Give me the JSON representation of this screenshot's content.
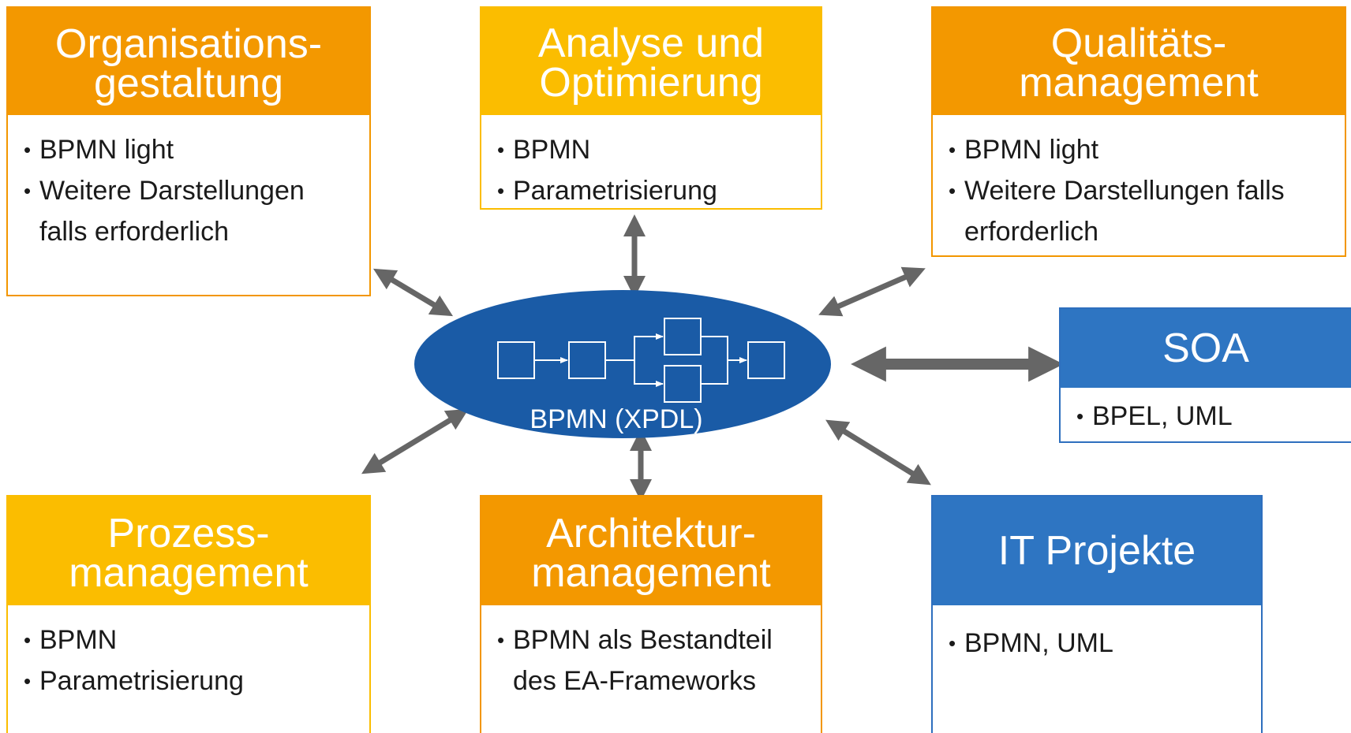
{
  "center": {
    "label": "BPMN (XPDL)",
    "color": "#1a5ba6"
  },
  "boxes": [
    {
      "id": "organisationsgestaltung",
      "title": "Organisations-\ngestaltung",
      "color": "#f39800",
      "items": [
        "BPMN light",
        "Weitere Darstellungen falls erforderlich"
      ]
    },
    {
      "id": "analyse",
      "title": "Analyse und\nOptimierung",
      "color": "#fbbd00",
      "items": [
        "BPMN",
        "Parametrisierung"
      ]
    },
    {
      "id": "qualitaet",
      "title": "Qualitäts-\nmanagement",
      "color": "#f39800",
      "items": [
        "BPMN light",
        "Weitere Darstellungen falls erforderlich"
      ]
    },
    {
      "id": "soa",
      "title": "SOA",
      "color": "#2e75c2",
      "items": [
        "BPEL, UML"
      ]
    },
    {
      "id": "prozess",
      "title": "Prozess-\nmanagement",
      "color": "#fbbd00",
      "items": [
        "BPMN",
        "Parametrisierung"
      ]
    },
    {
      "id": "architektur",
      "title": "Architektur-\nmanagement",
      "color": "#f39800",
      "items": [
        "BPMN als Bestandteil des EA-Frameworks"
      ]
    },
    {
      "id": "it",
      "title": "IT Projekte",
      "color": "#2e75c2",
      "items": [
        "BPMN, UML"
      ]
    }
  ],
  "arrow_color": "#666666"
}
